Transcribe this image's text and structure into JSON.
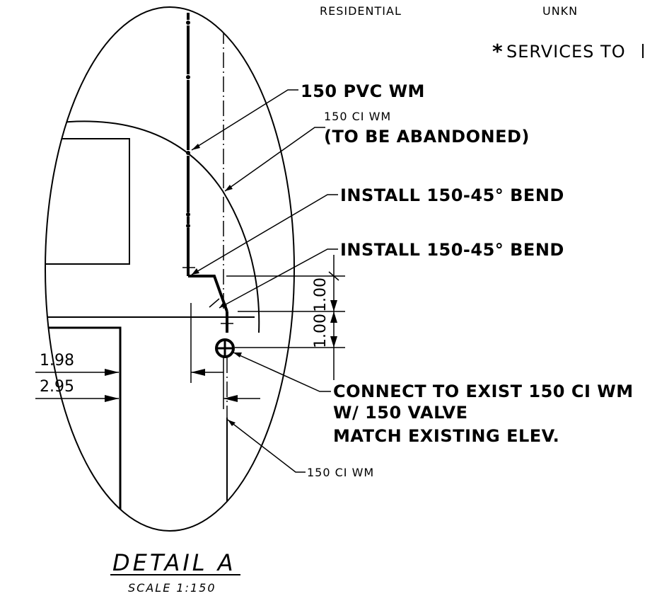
{
  "header": {
    "col1": "RESIDENTIAL",
    "col2": "UNKN",
    "note_star": "*",
    "note_text": "SERVICES TO"
  },
  "callouts": {
    "new_main": "150 PVC WM",
    "old_main_size": "150 CI WM",
    "old_main_note": "(TO BE ABANDONED)",
    "bend_1": "INSTALL 150-45° BEND",
    "bend_2": "INSTALL 150-45° BEND",
    "connect_line1": "CONNECT TO EXIST 150 CI WM",
    "connect_line2": "W/ 150 VALVE",
    "connect_line3": "MATCH EXISTING ELEV.",
    "existing_main": "150 CI WM"
  },
  "dimensions": {
    "vertical_1": "1.00",
    "vertical_2": "1.00",
    "horizontal_1": "1.98",
    "horizontal_2": "2.95"
  },
  "detail": {
    "title": "DETAIL A",
    "scale": "SCALE 1:150"
  }
}
